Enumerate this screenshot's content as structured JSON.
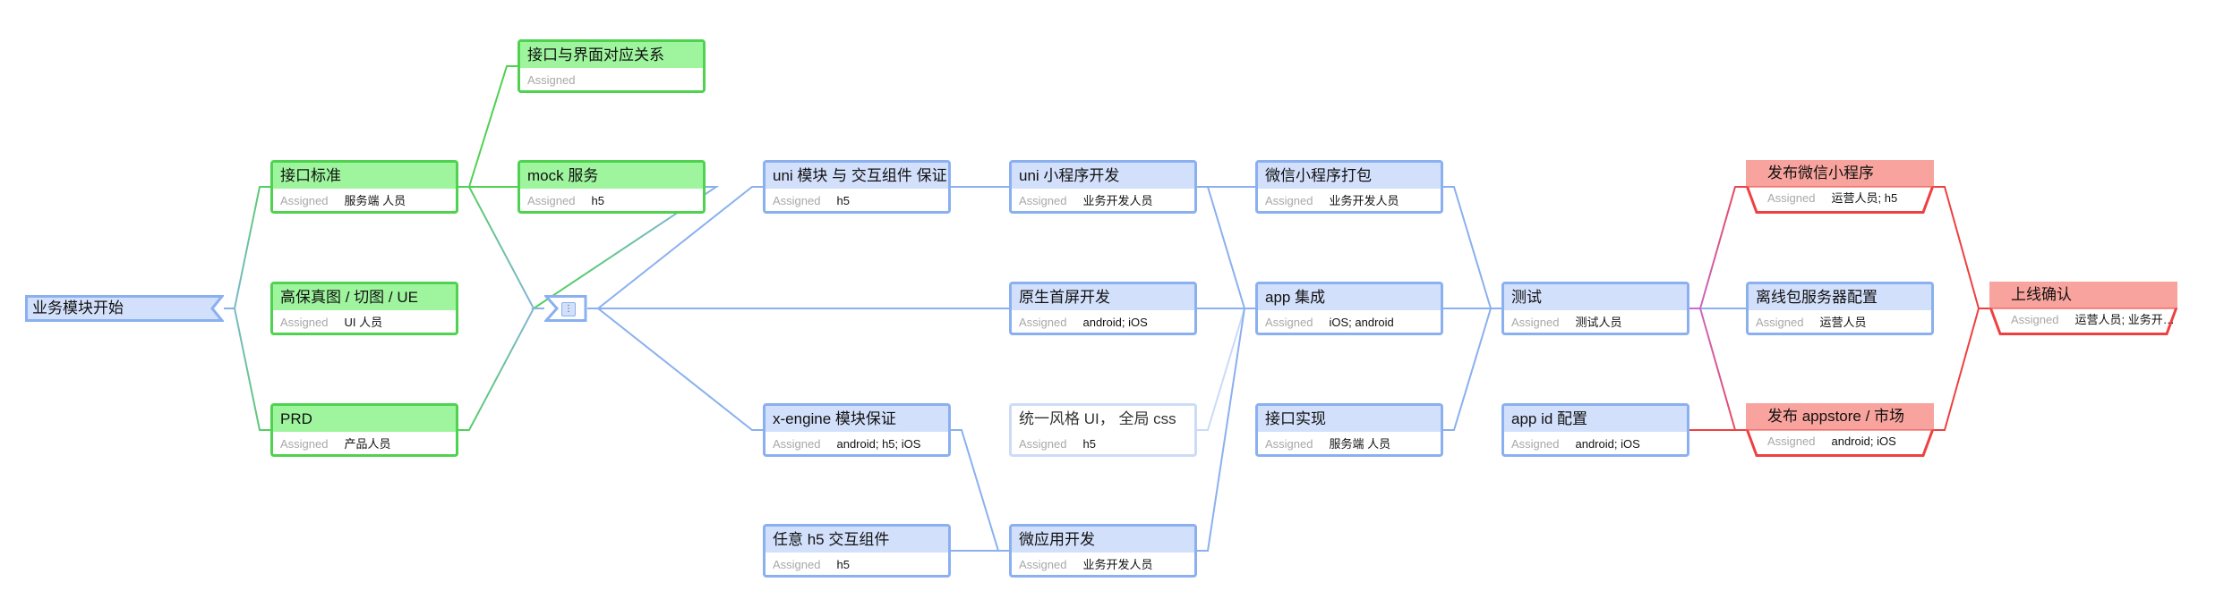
{
  "assigned_label": "Assigned",
  "start": {
    "label": "业务模块开始"
  },
  "merge": {
    "icon": "more-dots-icon",
    "glyph": "⋮"
  },
  "nodes": [
    {
      "id": "interface-ui-relation",
      "title": "接口与界面对应关系",
      "assignee": "",
      "style": "green"
    },
    {
      "id": "interface-standard",
      "title": "接口标准",
      "assignee": "服务端 人员",
      "style": "green"
    },
    {
      "id": "mock-service",
      "title": "mock 服务",
      "assignee": "h5",
      "style": "green"
    },
    {
      "id": "hifi-mockup",
      "title": "高保真图 / 切图 / UE",
      "assignee": "UI 人员",
      "style": "green"
    },
    {
      "id": "prd",
      "title": "PRD",
      "assignee": "产品人员",
      "style": "green"
    },
    {
      "id": "uni-module",
      "title": "uni 模块 与 交互组件 保证",
      "assignee": "h5",
      "style": "blue"
    },
    {
      "id": "xengine-module",
      "title": "x-engine 模块保证",
      "assignee": "android; h5; iOS",
      "style": "blue"
    },
    {
      "id": "h5-component",
      "title": "任意 h5 交互组件",
      "assignee": "h5",
      "style": "blue"
    },
    {
      "id": "uni-miniprogram",
      "title": "uni 小程序开发",
      "assignee": "业务开发人员",
      "style": "blue"
    },
    {
      "id": "native-home",
      "title": "原生首屏开发",
      "assignee": "android; iOS",
      "style": "blue"
    },
    {
      "id": "unified-style",
      "title": "统一风格 UI， 全局 css",
      "assignee": "h5",
      "style": "faint"
    },
    {
      "id": "micro-app",
      "title": "微应用开发",
      "assignee": "业务开发人员",
      "style": "blue"
    },
    {
      "id": "wechat-package",
      "title": "微信小程序打包",
      "assignee": "业务开发人员",
      "style": "blue"
    },
    {
      "id": "app-integration",
      "title": "app 集成",
      "assignee": "iOS; android",
      "style": "blue"
    },
    {
      "id": "api-impl",
      "title": "接口实现",
      "assignee": "服务端 人员",
      "style": "blue"
    },
    {
      "id": "testing",
      "title": "测试",
      "assignee": "测试人员",
      "style": "blue"
    },
    {
      "id": "app-id",
      "title": "app id 配置",
      "assignee": "android; iOS",
      "style": "blue"
    },
    {
      "id": "publish-wechat",
      "title": "发布微信小程序",
      "assignee": "运营人员; h5",
      "style": "red"
    },
    {
      "id": "offline-server",
      "title": "离线包服务器配置",
      "assignee": "运营人员",
      "style": "blue"
    },
    {
      "id": "publish-appstore",
      "title": "发布 appstore / 市场",
      "assignee": "android; iOS",
      "style": "red"
    },
    {
      "id": "go-live",
      "title": "上线确认",
      "assignee": "运营人员; 业务开…",
      "style": "red"
    }
  ],
  "colors": {
    "green_border": "#4fd24f",
    "green_fill": "#9ef59e",
    "blue_border": "#8ab0f0",
    "blue_fill": "#d3e0fb",
    "red_border": "#ee4040",
    "red_fill": "#f8a39d",
    "faint_border": "#cddcf6",
    "edge_blue": "#8ab0f0",
    "edge_green": "#4fd24f",
    "edge_red": "#ee4040"
  }
}
